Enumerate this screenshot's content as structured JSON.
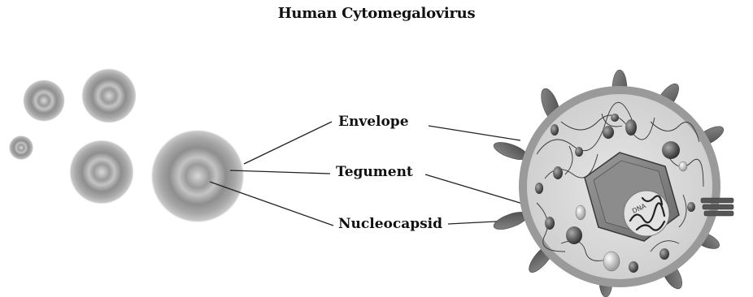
{
  "diagram": {
    "title": "Human Cytomegalovirus",
    "labels": {
      "envelope": "Envelope",
      "tegument": "Tegument",
      "nucleocapsid": "Nucleocapsid"
    },
    "dna_label": "DNA"
  }
}
